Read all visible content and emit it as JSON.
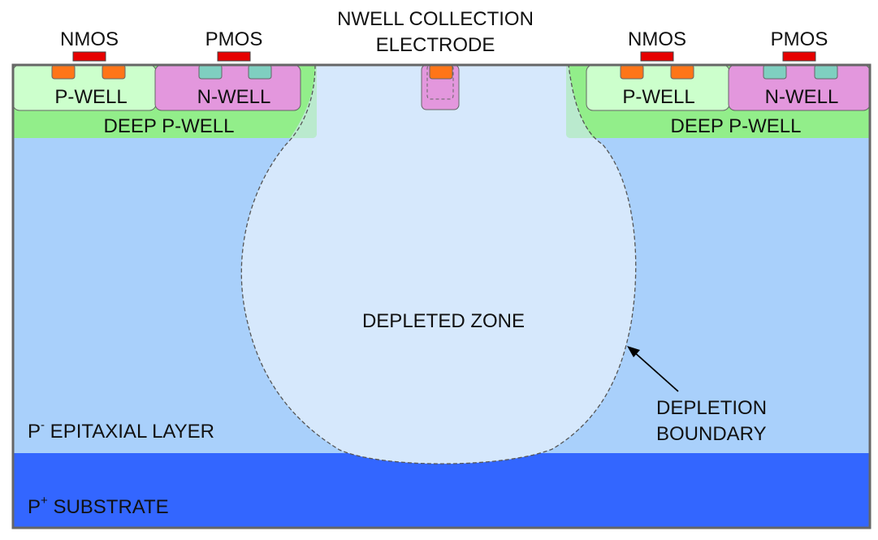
{
  "labels": {
    "nmos_left": "NMOS",
    "pmos_left": "PMOS",
    "electrode_line1": "NWELL COLLECTION",
    "electrode_line2": "ELECTRODE",
    "nmos_right": "NMOS",
    "pmos_right": "PMOS",
    "pwell_left": "P-WELL",
    "nwell_left": "N-WELL",
    "deep_pwell_left": "DEEP P-WELL",
    "pwell_right": "P-WELL",
    "nwell_right": "N-WELL",
    "deep_pwell_right": "DEEP P-WELL",
    "depleted_zone": "DEPLETED ZONE",
    "depletion_boundary_line1": "DEPLETION",
    "depletion_boundary_line2": "BOUNDARY",
    "epitaxial_prefix": "P",
    "epitaxial_sup": "-",
    "epitaxial_suffix": " EPITAXIAL LAYER",
    "substrate_prefix": "P",
    "substrate_sup": "+",
    "substrate_suffix": " SUBSTRATE"
  },
  "colors": {
    "epitaxial": "#a9d0fb",
    "substrate": "#3366ff",
    "depleted": "#d6e8fc",
    "deep_pwell": "#92ee8a",
    "pwell": "#ccffcc",
    "nwell": "#e397dd",
    "gate": "#e60000",
    "nmos_contact": "#ff7518",
    "pmos_contact": "#7fcfc0",
    "outline": "#666666"
  }
}
